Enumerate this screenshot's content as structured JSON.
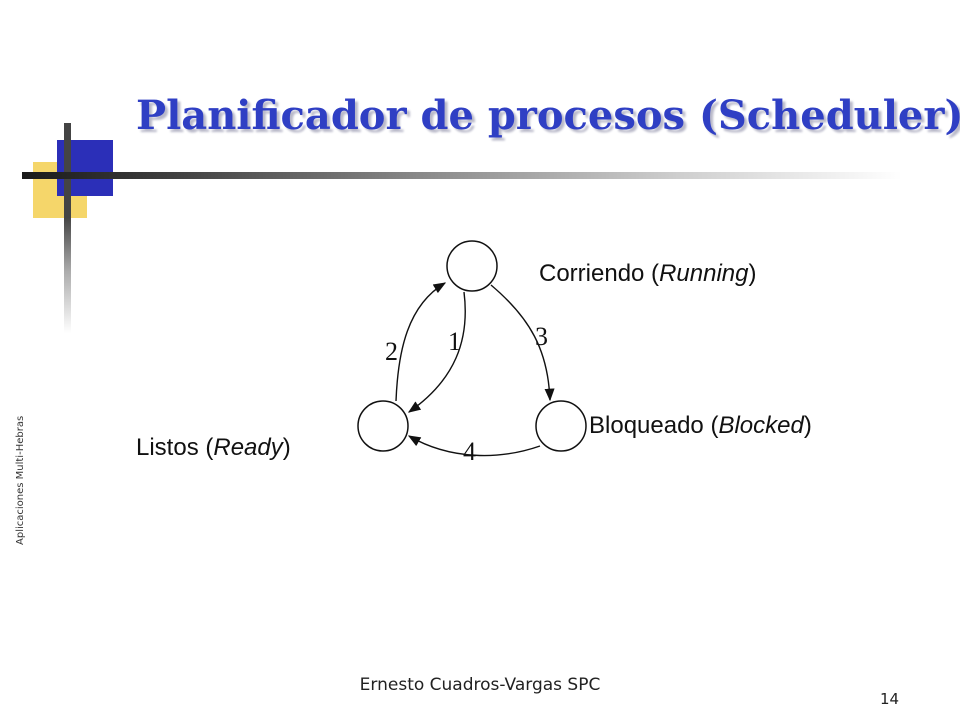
{
  "slide": {
    "title": "Planificador de procesos (Scheduler)",
    "side_text": "Aplicaciones Multi-Hebras",
    "footer": "Ernesto Cuadros-Vargas SPC",
    "page_number": "14"
  },
  "states": {
    "running": {
      "name": "Corriendo",
      "english": "Running"
    },
    "blocked": {
      "name": "Bloqueado",
      "english": "Blocked"
    },
    "ready": {
      "name": "Listos",
      "english": "Ready"
    }
  },
  "transitions": [
    {
      "label": "1",
      "from": "running",
      "to": "ready"
    },
    {
      "label": "2",
      "from": "ready",
      "to": "running"
    },
    {
      "label": "3",
      "from": "running",
      "to": "blocked"
    },
    {
      "label": "4",
      "from": "blocked",
      "to": "ready"
    }
  ],
  "colors": {
    "title": "#2f3fc4",
    "accent_blue": "#2b2fb8",
    "accent_yellow": "#f5d66a"
  }
}
